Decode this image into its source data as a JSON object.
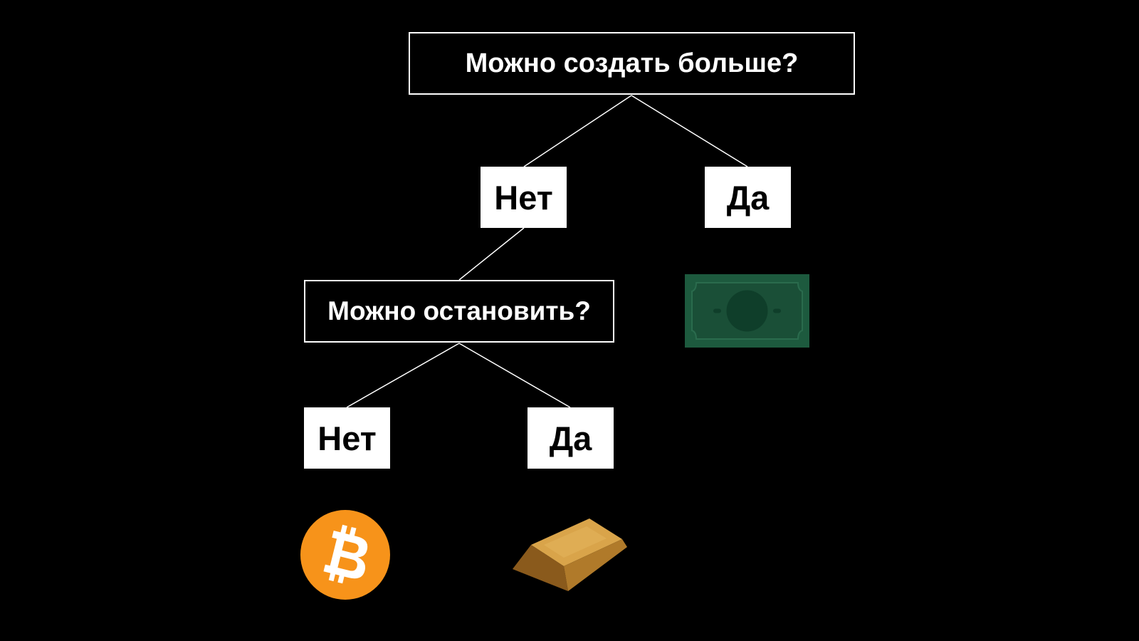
{
  "colors": {
    "background": "#000000",
    "line": "#ffffff",
    "answer_box": "#ffffff",
    "bill_green": "#1d5a3e",
    "bitcoin_orange": "#f7931a",
    "gold": "#b07a2a"
  },
  "nodes": {
    "q1": {
      "label": "Можно создать больше?"
    },
    "yes1": {
      "label": "Да"
    },
    "no1": {
      "label": "Нет"
    },
    "q2": {
      "label": "Можно остановить?"
    },
    "no2": {
      "label": "Нет"
    },
    "yes2": {
      "label": "Да"
    }
  },
  "edges": [
    {
      "from": "q1",
      "to": "no1"
    },
    {
      "from": "q1",
      "to": "yes1"
    },
    {
      "from": "no1",
      "to": "q2"
    },
    {
      "from": "q2",
      "to": "no2"
    },
    {
      "from": "q2",
      "to": "yes2"
    }
  ],
  "outcomes": {
    "yes1": {
      "icon": "dollar-bill-icon"
    },
    "no2": {
      "icon": "bitcoin-icon"
    },
    "yes2": {
      "icon": "gold-bar-icon"
    }
  }
}
